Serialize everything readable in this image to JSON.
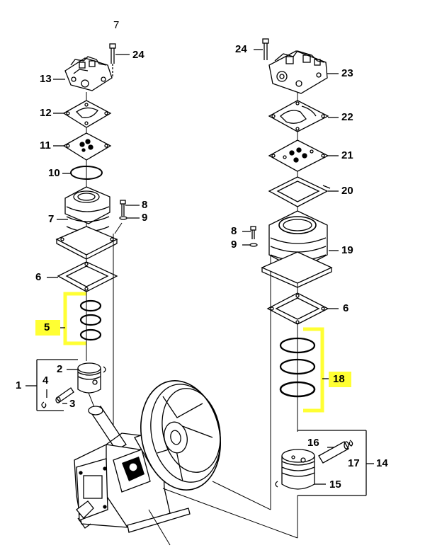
{
  "header": {
    "page_number": "7"
  },
  "colors": {
    "highlight": "#ffff33",
    "ink": "#000000"
  },
  "left_assembly": {
    "labels": {
      "p24": "24",
      "p13": "13",
      "p12": "12",
      "p11": "11",
      "p10": "10",
      "p8": "8",
      "p9": "9",
      "p7": "7",
      "p6": "6",
      "p5": "5",
      "p2": "2",
      "p1": "1",
      "p4": "4",
      "p3": "3"
    }
  },
  "right_assembly": {
    "labels": {
      "p24": "24",
      "p23": "23",
      "p22": "22",
      "p21": "21",
      "p20": "20",
      "p8": "8",
      "p9": "9",
      "p19": "19",
      "p6": "6",
      "p18": "18",
      "p16": "16",
      "p17": "17",
      "p14": "14",
      "p15": "15"
    }
  },
  "highlighted_parts": [
    "5",
    "18"
  ]
}
